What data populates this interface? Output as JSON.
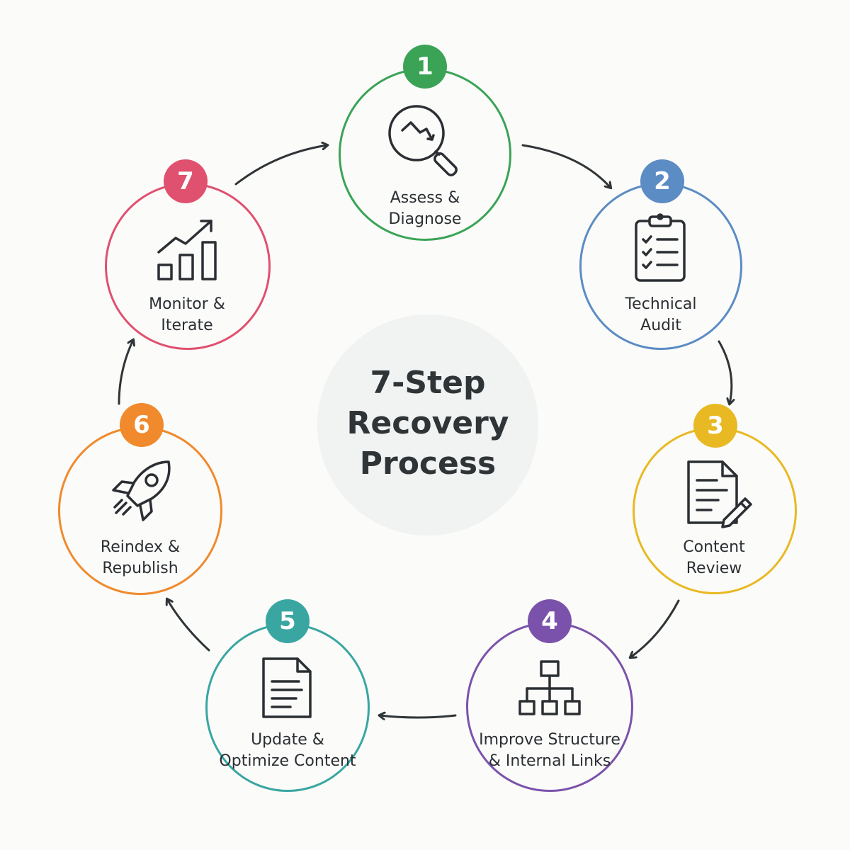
{
  "title_lines": [
    "7-Step",
    "Recovery",
    "Process"
  ],
  "steps": [
    {
      "number": "1",
      "label_lines": [
        "Assess &",
        "Diagnose"
      ],
      "icon": "magnifier-trend-down-icon",
      "color": "#3aa356"
    },
    {
      "number": "2",
      "label_lines": [
        "Technical",
        "Audit"
      ],
      "icon": "clipboard-checklist-icon",
      "color": "#5b8cc4"
    },
    {
      "number": "3",
      "label_lines": [
        "Content",
        "Review"
      ],
      "icon": "document-pencil-icon",
      "color": "#e8b923"
    },
    {
      "number": "4",
      "label_lines": [
        "Improve Structure",
        "& Internal Links"
      ],
      "icon": "sitemap-hierarchy-icon",
      "color": "#7b52ab"
    },
    {
      "number": "5",
      "label_lines": [
        "Update &",
        "Optimize Content"
      ],
      "icon": "document-lines-icon",
      "color": "#3aa6a2"
    },
    {
      "number": "6",
      "label_lines": [
        "Reindex &",
        "Republish"
      ],
      "icon": "rocket-icon",
      "color": "#f08a2c"
    },
    {
      "number": "7",
      "label_lines": [
        "Monitor &",
        "Iterate"
      ],
      "icon": "bar-chart-trend-up-icon",
      "color": "#e0506f"
    }
  ]
}
